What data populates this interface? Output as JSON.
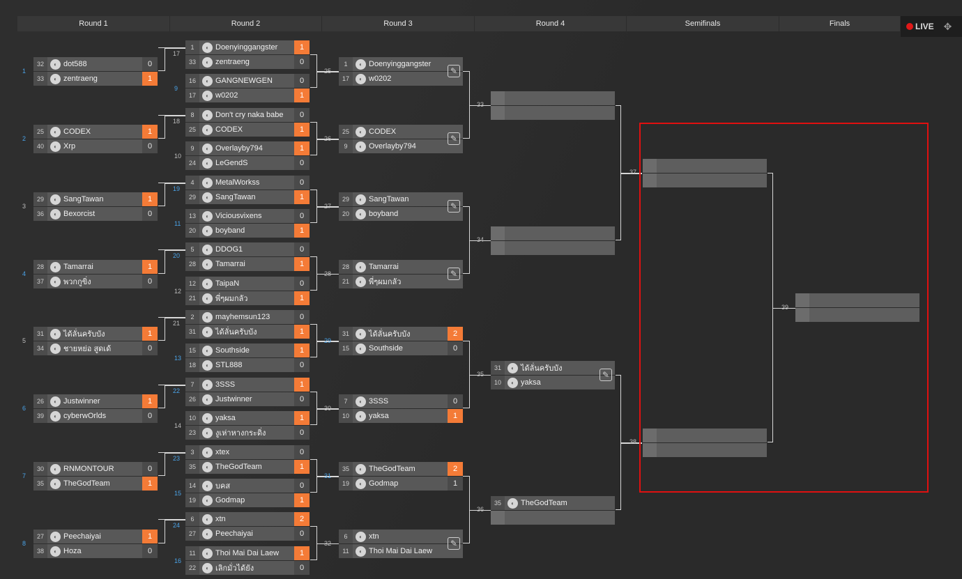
{
  "rounds": [
    "Round 1",
    "Round 2",
    "Round 3",
    "Round 4",
    "Semifinals",
    "Finals"
  ],
  "live_label": "LIVE",
  "r1": [
    {
      "id": "1",
      "blue": true,
      "a": {
        "seed": "32",
        "name": "dot588",
        "score": "0"
      },
      "b": {
        "seed": "33",
        "name": "zentraeng",
        "score": "1",
        "win": true
      }
    },
    {
      "id": "2",
      "blue": true,
      "a": {
        "seed": "25",
        "name": "CODEX",
        "score": "1",
        "win": true
      },
      "b": {
        "seed": "40",
        "name": "Xrp",
        "score": "0"
      }
    },
    {
      "id": "3",
      "blue": false,
      "a": {
        "seed": "29",
        "name": "SangTawan",
        "score": "1",
        "win": true
      },
      "b": {
        "seed": "36",
        "name": "Bexorcist",
        "score": "0"
      }
    },
    {
      "id": "4",
      "blue": true,
      "a": {
        "seed": "28",
        "name": "Tamarrai",
        "score": "1",
        "win": true
      },
      "b": {
        "seed": "37",
        "name": "พวกกูขิ่ง",
        "score": "0"
      }
    },
    {
      "id": "5",
      "blue": false,
      "a": {
        "seed": "31",
        "name": "ได้ลั่นครับบัง",
        "score": "1",
        "win": true
      },
      "b": {
        "seed": "34",
        "name": "ชายหย่อ สูดเด้",
        "score": "0"
      }
    },
    {
      "id": "6",
      "blue": true,
      "a": {
        "seed": "26",
        "name": "Justwinner",
        "score": "1",
        "win": true
      },
      "b": {
        "seed": "39",
        "name": "cyberwOrlds",
        "score": "0"
      }
    },
    {
      "id": "7",
      "blue": true,
      "a": {
        "seed": "30",
        "name": "RNMONTOUR",
        "score": "0"
      },
      "b": {
        "seed": "35",
        "name": "TheGodTeam",
        "score": "1",
        "win": true
      }
    },
    {
      "id": "8",
      "blue": true,
      "a": {
        "seed": "27",
        "name": "Peechaiyai",
        "score": "1",
        "win": true
      },
      "b": {
        "seed": "38",
        "name": "Hoza",
        "score": "0"
      }
    }
  ],
  "r2": [
    {
      "id": "17",
      "blue": false,
      "a": {
        "seed": "1",
        "name": "Doenyinggangster",
        "score": "1",
        "win": true
      },
      "b": {
        "seed": "33",
        "name": "zentraeng",
        "score": "0"
      }
    },
    {
      "id": "9",
      "blue": true,
      "a": {
        "seed": "16",
        "name": "GANGNEWGEN",
        "score": "0"
      },
      "b": {
        "seed": "17",
        "name": "w0202",
        "score": "1",
        "win": true
      }
    },
    {
      "id": "18",
      "blue": false,
      "a": {
        "seed": "8",
        "name": "Don't cry naka babe",
        "score": "0"
      },
      "b": {
        "seed": "25",
        "name": "CODEX",
        "score": "1",
        "win": true
      }
    },
    {
      "id": "10",
      "blue": false,
      "a": {
        "seed": "9",
        "name": "Overlayby794",
        "score": "1",
        "win": true
      },
      "b": {
        "seed": "24",
        "name": "LeGendS",
        "score": "0"
      }
    },
    {
      "id": "19",
      "blue": true,
      "a": {
        "seed": "4",
        "name": "MetalWorkss",
        "score": "0"
      },
      "b": {
        "seed": "29",
        "name": "SangTawan",
        "score": "1",
        "win": true
      }
    },
    {
      "id": "11",
      "blue": true,
      "a": {
        "seed": "13",
        "name": "Viciousvixens",
        "score": "0"
      },
      "b": {
        "seed": "20",
        "name": "boyband",
        "score": "1",
        "win": true
      }
    },
    {
      "id": "20",
      "blue": true,
      "a": {
        "seed": "5",
        "name": "DDOG1",
        "score": "0"
      },
      "b": {
        "seed": "28",
        "name": "Tamarrai",
        "score": "1",
        "win": true
      }
    },
    {
      "id": "12",
      "blue": false,
      "a": {
        "seed": "12",
        "name": "TaipaN",
        "score": "0"
      },
      "b": {
        "seed": "21",
        "name": "พี่ๆผมกลัว",
        "score": "1",
        "win": true
      }
    },
    {
      "id": "21",
      "blue": false,
      "a": {
        "seed": "2",
        "name": "mayhemsun123",
        "score": "0"
      },
      "b": {
        "seed": "31",
        "name": "ได้ลั่นครับบัง",
        "score": "1",
        "win": true
      }
    },
    {
      "id": "13",
      "blue": true,
      "a": {
        "seed": "15",
        "name": "Southside",
        "score": "1",
        "win": true
      },
      "b": {
        "seed": "18",
        "name": "STL888",
        "score": "0"
      }
    },
    {
      "id": "22",
      "blue": true,
      "a": {
        "seed": "7",
        "name": "3SSS",
        "score": "1",
        "win": true
      },
      "b": {
        "seed": "26",
        "name": "Justwinner",
        "score": "0"
      }
    },
    {
      "id": "14",
      "blue": false,
      "a": {
        "seed": "10",
        "name": "yaksa",
        "score": "1",
        "win": true
      },
      "b": {
        "seed": "23",
        "name": "งูเห่าหางกระดิ่ง",
        "score": "0"
      }
    },
    {
      "id": "23",
      "blue": true,
      "a": {
        "seed": "3",
        "name": "xtex",
        "score": "0"
      },
      "b": {
        "seed": "35",
        "name": "TheGodTeam",
        "score": "1",
        "win": true
      }
    },
    {
      "id": "15",
      "blue": true,
      "a": {
        "seed": "14",
        "name": "บคส",
        "score": "0"
      },
      "b": {
        "seed": "19",
        "name": "Godmap",
        "score": "1",
        "win": true
      }
    },
    {
      "id": "24",
      "blue": true,
      "a": {
        "seed": "6",
        "name": "xtn",
        "score": "2",
        "win": true
      },
      "b": {
        "seed": "27",
        "name": "Peechaiyai",
        "score": "0"
      }
    },
    {
      "id": "16",
      "blue": true,
      "a": {
        "seed": "11",
        "name": "Thoi Mai Dai Laew",
        "score": "1",
        "win": true
      },
      "b": {
        "seed": "22",
        "name": "เลิกมั่วได้ยัง",
        "score": "0"
      }
    }
  ],
  "r2pairs": [
    "25",
    "26",
    "27",
    "28",
    "",
    "30",
    "31",
    "32"
  ],
  "r3": [
    {
      "id": "25",
      "a": {
        "seed": "1",
        "name": "Doenyinggangster",
        "score": ""
      },
      "b": {
        "seed": "17",
        "name": "w0202",
        "score": ""
      },
      "edit": true
    },
    {
      "id": "26",
      "a": {
        "seed": "25",
        "name": "CODEX",
        "score": ""
      },
      "b": {
        "seed": "9",
        "name": "Overlayby794",
        "score": ""
      },
      "edit": true
    },
    {
      "id": "27",
      "a": {
        "seed": "29",
        "name": "SangTawan",
        "score": ""
      },
      "b": {
        "seed": "20",
        "name": "boyband",
        "score": ""
      },
      "edit": true
    },
    {
      "id": "28",
      "a": {
        "seed": "28",
        "name": "Tamarrai",
        "score": ""
      },
      "b": {
        "seed": "21",
        "name": "พี่ๆผมกลัว",
        "score": ""
      },
      "edit": true
    },
    {
      "id": "29",
      "blue": true,
      "a": {
        "seed": "31",
        "name": "ได้ลั่นครับบัง",
        "score": "2",
        "win": true
      },
      "b": {
        "seed": "15",
        "name": "Southside",
        "score": "0"
      }
    },
    {
      "id": "30",
      "a": {
        "seed": "7",
        "name": "3SSS",
        "score": "0"
      },
      "b": {
        "seed": "10",
        "name": "yaksa",
        "score": "1",
        "win": true
      }
    },
    {
      "id": "31",
      "blue": true,
      "a": {
        "seed": "35",
        "name": "TheGodTeam",
        "score": "2",
        "win": true
      },
      "b": {
        "seed": "19",
        "name": "Godmap",
        "score": "1"
      }
    },
    {
      "id": "32",
      "a": {
        "seed": "6",
        "name": "xtn",
        "score": ""
      },
      "b": {
        "seed": "11",
        "name": "Thoi Mai Dai Laew",
        "score": ""
      },
      "edit": true
    }
  ],
  "r4": [
    {
      "id": "33",
      "empty": true
    },
    {
      "id": "34",
      "empty": true
    },
    {
      "id": "35",
      "a": {
        "seed": "31",
        "name": "ได้ลั่นครับบัง"
      },
      "b": {
        "seed": "10",
        "name": "yaksa"
      },
      "edit": true
    },
    {
      "id": "36",
      "a": {
        "seed": "35",
        "name": "TheGodTeam"
      },
      "b": null
    }
  ],
  "semis": [
    {
      "id": "37"
    },
    {
      "id": "38"
    }
  ],
  "final": {
    "id": "39"
  }
}
